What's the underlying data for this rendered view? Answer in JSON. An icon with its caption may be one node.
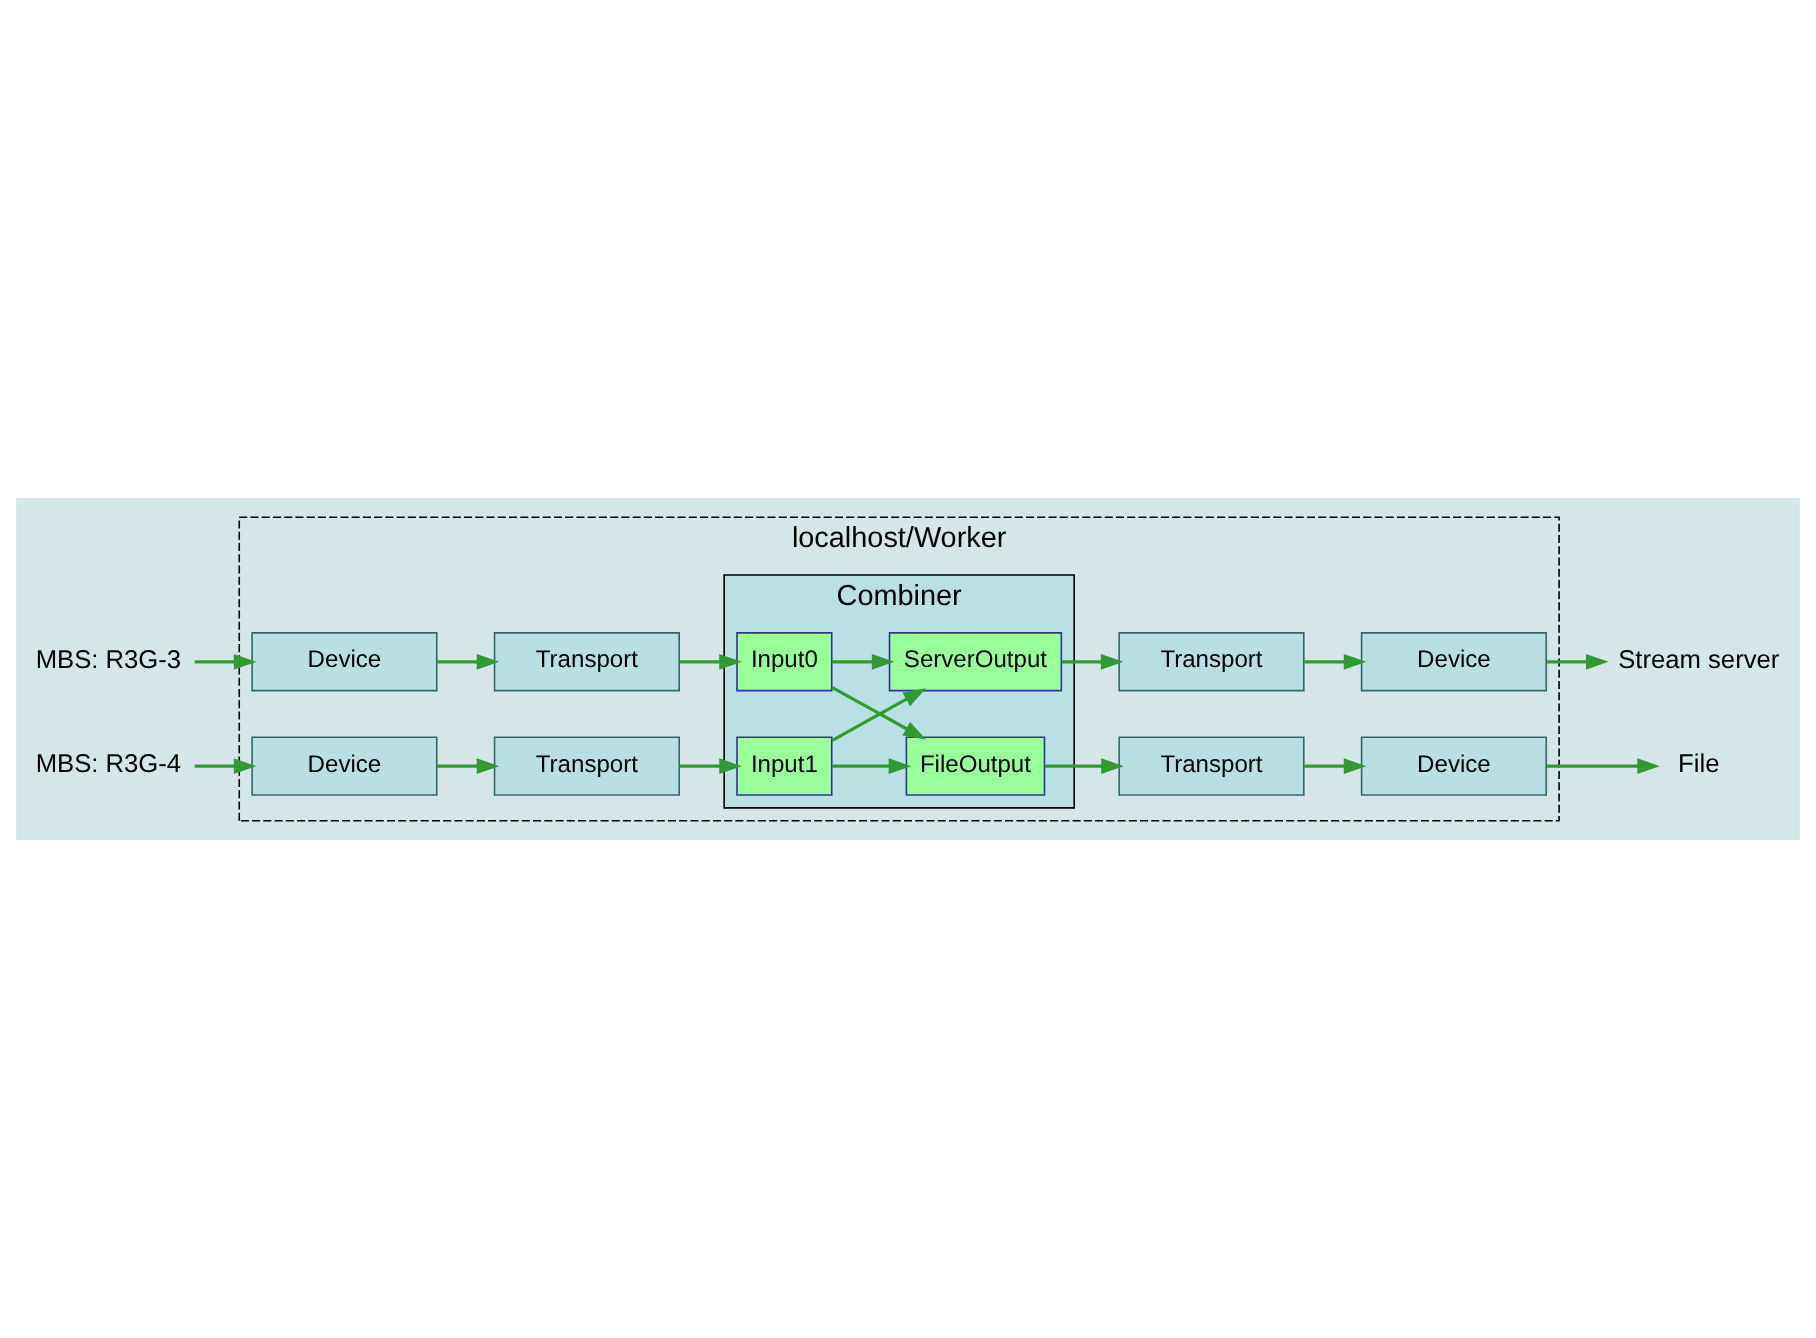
{
  "diagram": {
    "nodes": [
      {
        "text": [
          "MBS: R3G-3"
        ]
      },
      {
        "text": [
          "localhost/Worker"
        ]
      },
      {
        "text": [
          "Stream server"
        ]
      },
      {
        "text": [
          "Device"
        ],
        "in": 1
      },
      {
        "text": [
          "Device"
        ],
        "in": 1
      },
      {
        "text": [
          "Combiner"
        ],
        "in": 1
      },
      {
        "text": [
          "Transport"
        ],
        "in": 1
      },
      {
        "text": [
          "Input0"
        ],
        "in": 5
      },
      {
        "text": [
          "ServerOutput"
        ],
        "in": 5
      },
      {
        "text": [
          "Transport"
        ],
        "in": 1
      },
      {
        "text": [
          "Input1"
        ],
        "in": 5
      },
      {
        "text": [
          "FileOutput"
        ],
        "in": 5
      },
      {
        "text": [
          "Transport"
        ],
        "in": 1
      },
      {
        "text": [
          "Transport"
        ],
        "in": 1
      },
      {
        "text": [
          "Device"
        ],
        "in": 1
      },
      {
        "text": [
          "Device"
        ],
        "in": 1
      },
      {
        "text": [
          "MBS: R3G-4"
        ]
      },
      {
        "text": [
          "File"
        ]
      }
    ],
    "edges": [
      {
        "from": 0,
        "to": 3,
        "arrow": "to"
      },
      {
        "from": 3,
        "to": 6,
        "arrow": "to"
      },
      {
        "from": 6,
        "to": 7,
        "arrow": "to"
      },
      {
        "from": 16,
        "to": 14,
        "arrow": "to"
      },
      {
        "from": 14,
        "to": 13,
        "arrow": "to"
      },
      {
        "from": 13,
        "to": 10,
        "arrow": "to"
      },
      {
        "from": 7,
        "to": 8,
        "arrow": "to"
      },
      {
        "from": 7,
        "to": 11,
        "arrow": "to"
      },
      {
        "from": 10,
        "to": 8,
        "arrow": "to"
      },
      {
        "from": 10,
        "to": 11,
        "arrow": "to"
      },
      {
        "from": 8,
        "to": 9,
        "arrow": "to"
      },
      {
        "from": 9,
        "to": 4,
        "arrow": "to"
      },
      {
        "from": 4,
        "to": 2,
        "arrow": "to"
      },
      {
        "from": 11,
        "to": 12,
        "arrow": "to"
      },
      {
        "from": 12,
        "to": 15,
        "arrow": "to"
      },
      {
        "from": 15,
        "to": 17,
        "arrow": "to"
      }
    ]
  }
}
